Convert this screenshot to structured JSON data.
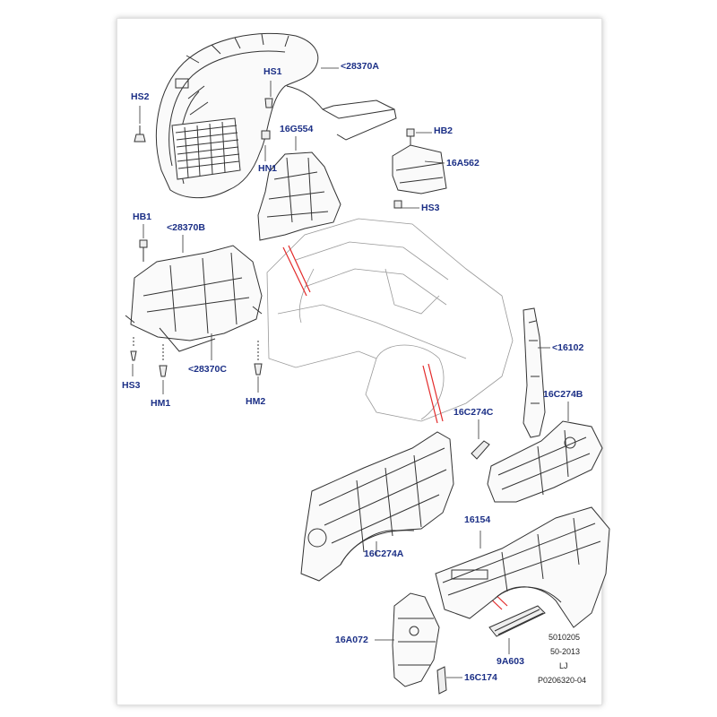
{
  "style": {
    "label_color": "#1b2f86",
    "line_color": "#333333",
    "highlight_color": "#e32a2a"
  },
  "callouts": {
    "c28370A": "<28370A",
    "hs1": "HS1",
    "hs2": "HS2",
    "hn1": "HN1",
    "c16G554": "16G554",
    "hb2": "HB2",
    "c16A562": "16A562",
    "hs3_top": "HS3",
    "hb1": "HB1",
    "c28370B": "<28370B",
    "hs3_left": "HS3",
    "hm1": "HM1",
    "c28370C": "<28370C",
    "hm2": "HM2",
    "c16102": "<16102",
    "c16C274C": "16C274C",
    "c16C274B": "16C274B",
    "c16154": "16154",
    "c16C274A": "16C274A",
    "c16A072": "16A072",
    "c9A603": "9A603",
    "c16C174": "16C174"
  },
  "footer": {
    "line1": "5010205",
    "line2": "50-2013",
    "line3": "LJ",
    "ref": "P0206320-04"
  }
}
